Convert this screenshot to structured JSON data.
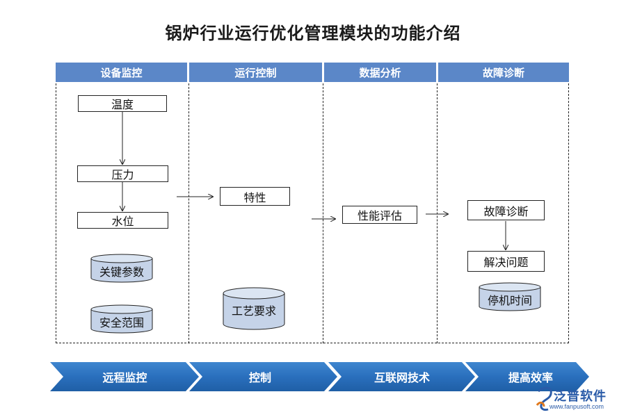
{
  "title": "锅炉行业运行优化管理模块的功能介绍",
  "columns": [
    "设备监控",
    "运行控制",
    "数据分析",
    "故障诊断"
  ],
  "device_monitoring": {
    "items": [
      "温度",
      "压力",
      "水位"
    ],
    "databases": [
      "关键参数",
      "安全范围"
    ]
  },
  "operation_control": {
    "item": "特性",
    "database": "工艺要求"
  },
  "data_analysis": {
    "item": "性能评估"
  },
  "fault_diagnosis": {
    "items": [
      "故障诊断",
      "解决问题"
    ],
    "database": "停机时间"
  },
  "process_steps": [
    "远程监控",
    "控制",
    "互联网技术",
    "提高效率"
  ],
  "logo": {
    "name": "泛普软件",
    "url": "www.fanpusoft.com"
  },
  "colors": {
    "header": "#5b87c8",
    "step_dark": "#1f5fa6",
    "step_light": "#3f86cf",
    "cylinder": "#c5d3e8"
  },
  "icons": [
    "arrow-right-icon",
    "arrow-down-icon",
    "database-icon",
    "chevron-step-icon",
    "fanpu-logo-icon"
  ]
}
